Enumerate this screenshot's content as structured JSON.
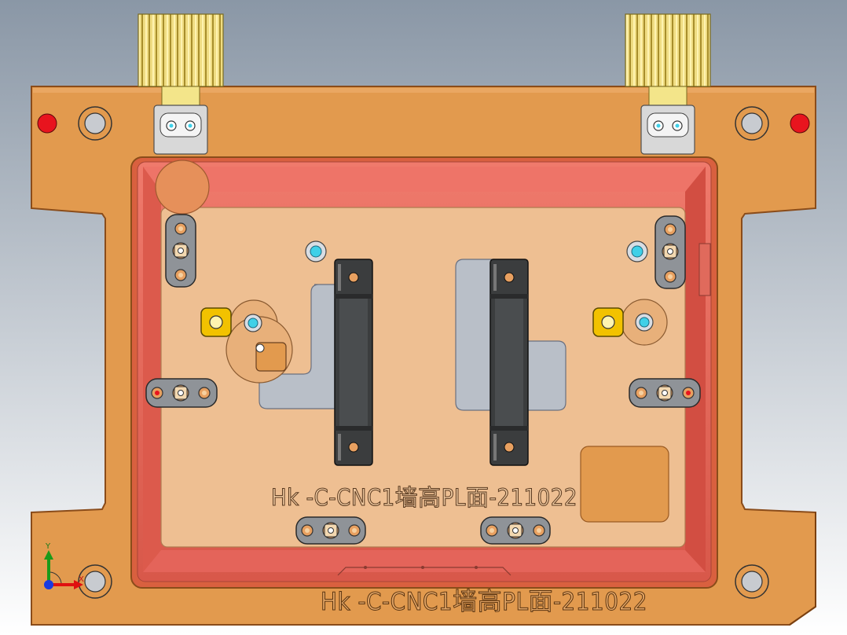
{
  "viewport": {
    "background_top": "#8a97a6",
    "background_bottom": "#ffffff"
  },
  "part": {
    "engraving_inner": "Hk -C-CNC1墙高PL面-211022",
    "engraving_outer": "Hk -C-CNC1墙高PL面-211022"
  },
  "colors": {
    "plate": "#e29a4e",
    "plate_edge": "#9a5a22",
    "pocket_wall": "#e06a5c",
    "pocket_floor": "#eebf92",
    "block": "#3b3d3e",
    "knurl": "#e6d27a",
    "locator_yellow": "#f2c200",
    "screw_cyan": "#3fd0e8",
    "dot_red": "#e8141e",
    "recess_gray": "#b9bfc8"
  },
  "triad": {
    "y_label": "Y",
    "x_label": "X"
  }
}
